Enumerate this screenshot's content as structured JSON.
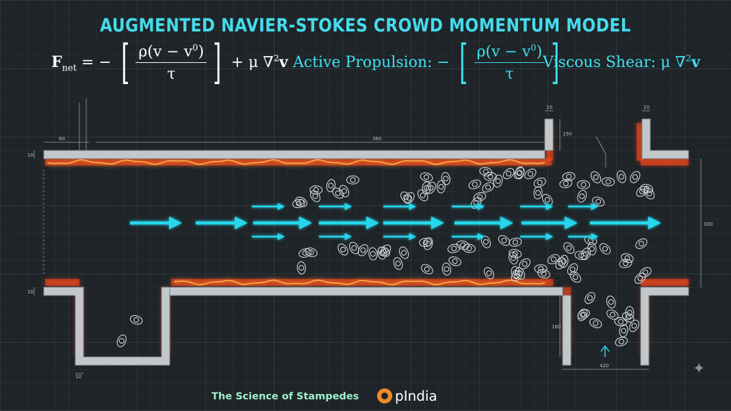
{
  "title": "AUGMENTED NAVIER-STOKES CROWD MOMENTUM MODEL",
  "equations": {
    "net_force": {
      "lhs_symbol": "F",
      "lhs_subscript": "net",
      "eq_minus": "= −",
      "numerator": "ρ(v − v",
      "numerator_sup": "0",
      "close_paren": ")",
      "denominator": "τ",
      "plus_viscous": "+ μ ∇",
      "sup2": "2",
      "v": "v"
    },
    "active_propulsion": {
      "label": "Active Propulsion: −",
      "numerator": "ρ(v − v",
      "numerator_sup": "0",
      "close_paren": ")",
      "denominator": "τ"
    },
    "viscous_shear": {
      "label": "Viscous Shear: μ ∇",
      "sup2": "2",
      "v": "v"
    }
  },
  "dimensions": [
    "60",
    "360",
    "150",
    "10",
    "10",
    "10",
    "330",
    "10",
    "180",
    "420",
    "10"
  ],
  "footer": {
    "series": "The Science of Stampedes",
    "brand": "pIndia"
  },
  "colors": {
    "background": "#1f2428",
    "grid": "#3a4249",
    "wall": "#c8cdd2",
    "friction_glow": "#ff4a1c",
    "arrow": "#25d6ec",
    "title": "#43dcec"
  }
}
